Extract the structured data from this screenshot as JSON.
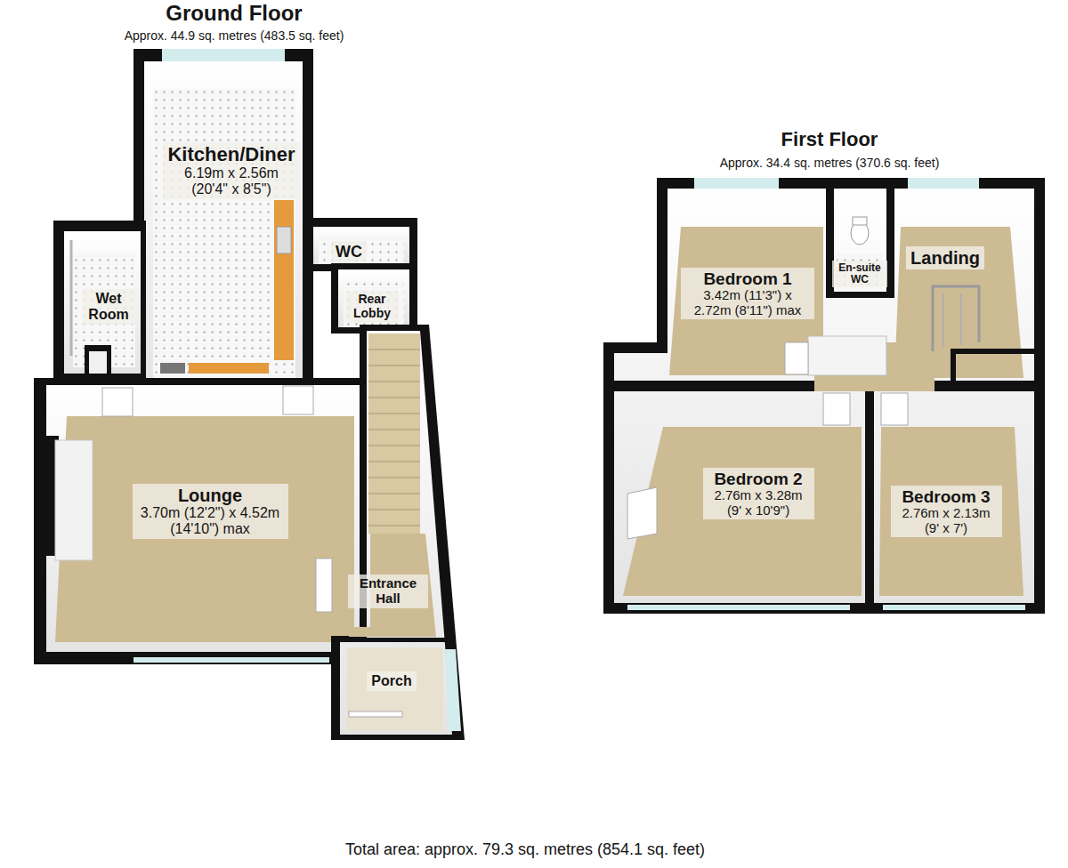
{
  "diagram": {
    "caption": "Total area: approx. 79.3 sq. metres (854.1 sq. feet)",
    "nodes": [
      {
        "text": [
          "Kitchen/Diner",
          "6.19m x 2.56m (20'4\" x 8'5\")"
        ]
      },
      {
        "text": [
          "Wet Room"
        ]
      },
      {
        "text": [
          "WC"
        ]
      },
      {
        "text": [
          "Rear Lobby"
        ]
      },
      {
        "text": [
          "Lounge",
          "3.70m (12'2\") x 4.52m (14'10\") max"
        ]
      },
      {
        "text": [
          "Entrance Hall"
        ]
      },
      {
        "text": [
          "Porch"
        ]
      },
      {
        "text": [
          "Bedroom 1",
          "3.42m (11'3\") x 2.72m (8'11\") max"
        ]
      },
      {
        "text": [
          "En-suite WC"
        ]
      },
      {
        "text": [
          "Landing"
        ]
      },
      {
        "text": [
          "Bedroom 2",
          "2.76m x 3.28m (9' x 10'9\")"
        ]
      },
      {
        "text": [
          "Bedroom 3",
          "2.76m x 2.13m (9' x 7')"
        ]
      }
    ],
    "labels": [
      "Ground Floor",
      "Approx. 44.9 sq. metres (483.5 sq. feet)",
      "First Floor",
      "Approx. 34.4 sq. metres (370.6 sq. feet)"
    ]
  }
}
